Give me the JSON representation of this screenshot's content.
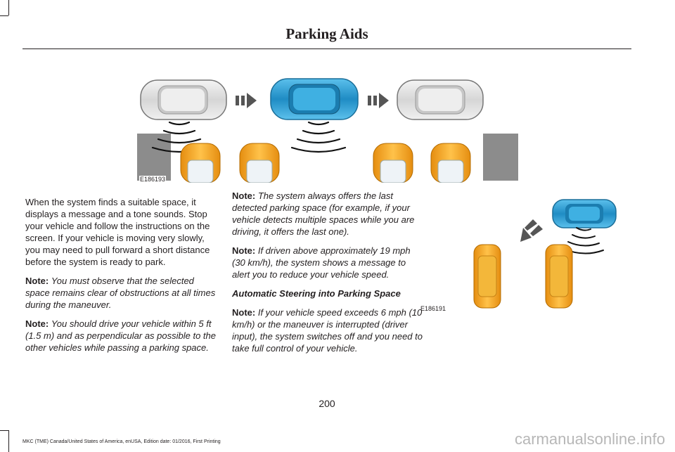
{
  "header": {
    "title": "Parking Aids"
  },
  "figure_top": {
    "id": "E186193"
  },
  "figure_right": {
    "id": "E186191"
  },
  "left_column": {
    "para1": "When the system finds a suitable space, it displays a message and a tone sounds. Stop your vehicle and follow the instructions on the screen. If your vehicle is moving very slowly, you may need to pull forward a short distance before the system is ready to park.",
    "note1_label": "Note:",
    "note1_text": "You must observe that the selected space remains clear of obstructions at all times during the maneuver.",
    "note2_label": "Note:",
    "note2_text": "You should drive your vehicle within 5 ft (1.5 m) and as perpendicular as possible to the other vehicles while passing a parking space."
  },
  "middle_column": {
    "note1_label": "Note:",
    "note1_text": "The system always offers the last detected parking space (for example, if your vehicle detects multiple spaces while you are driving, it offers the last one).",
    "note2_label": "Note:",
    "note2_text": "If driven above approximately 19 mph (30 km/h), the system shows a message to alert you to reduce your vehicle speed.",
    "subheading": "Automatic Steering into Parking Space",
    "note3_label": "Note:",
    "note3_text": "If your vehicle speed exceeds 6 mph (10 km/h) or the maneuver is interrupted (driver input), the system switches off and you need to take full control of your vehicle."
  },
  "page_number": "200",
  "footer": "MKC (TME) Canada/United States of America, enUSA, Edition date: 01/2016, First Printing",
  "watermark": "carmanualsonline.info",
  "colors": {
    "blue_car": "#2c9fd4",
    "orange_car": "#f5a623",
    "white_car": "#e6e6e6",
    "gray_block": "#8c8c8c",
    "arrow": "#555555"
  }
}
